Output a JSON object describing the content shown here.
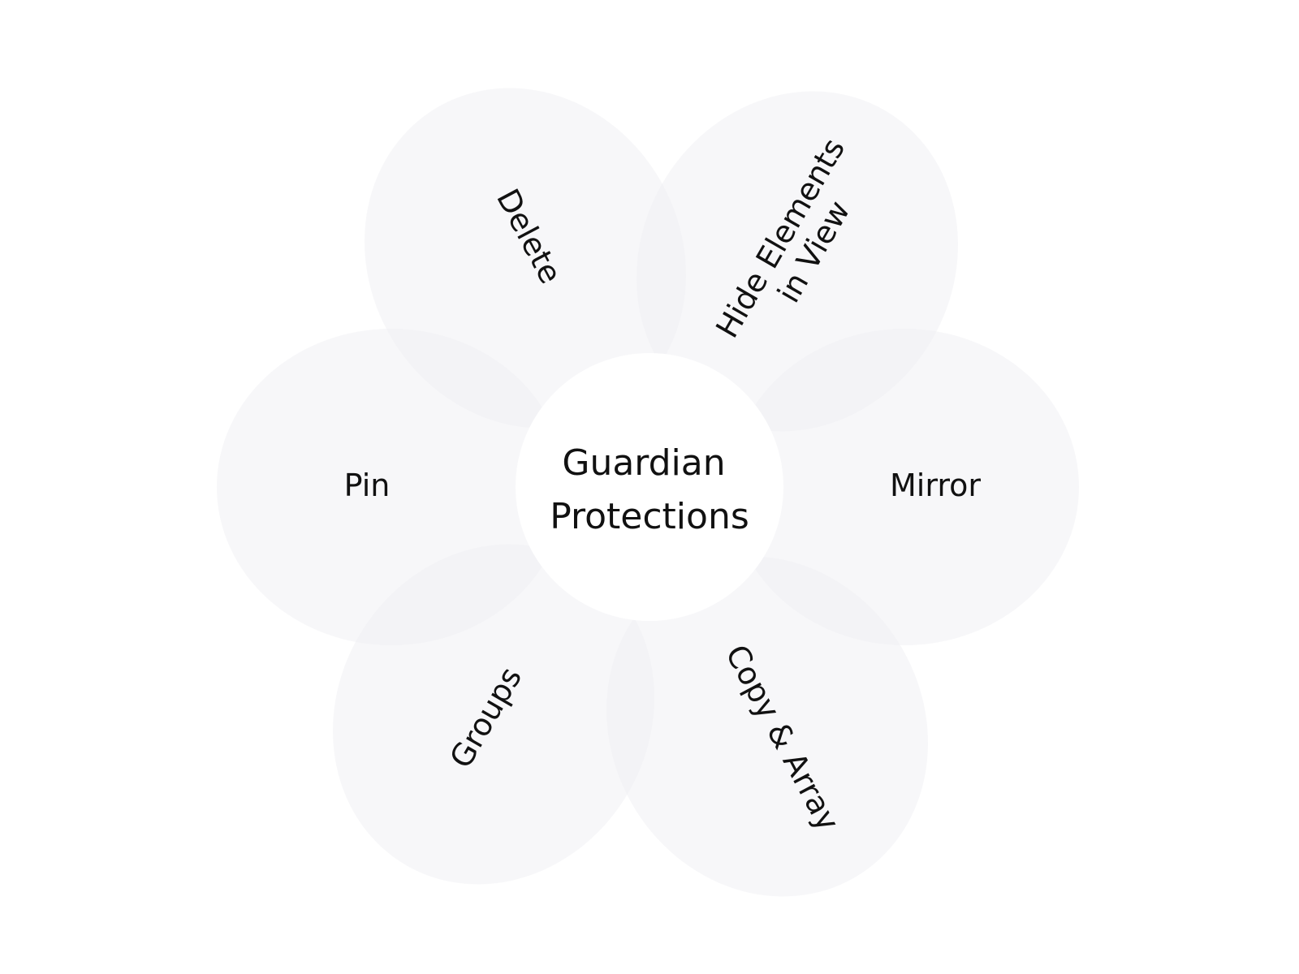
{
  "center": {
    "line1": "Guardian",
    "line2": "Protections"
  },
  "petals": [
    {
      "line1": "Delete"
    },
    {
      "line1": "Hide Elements",
      "line2": "in View"
    },
    {
      "line1": "Mirror"
    },
    {
      "line1": "Copy & Array"
    },
    {
      "line1": "Groups"
    },
    {
      "line1": "Pin"
    }
  ],
  "colors": {
    "background": "#ffffff",
    "petal_fill": "#f0f1f4",
    "hub_fill": "#ffffff",
    "text": "#111111"
  }
}
